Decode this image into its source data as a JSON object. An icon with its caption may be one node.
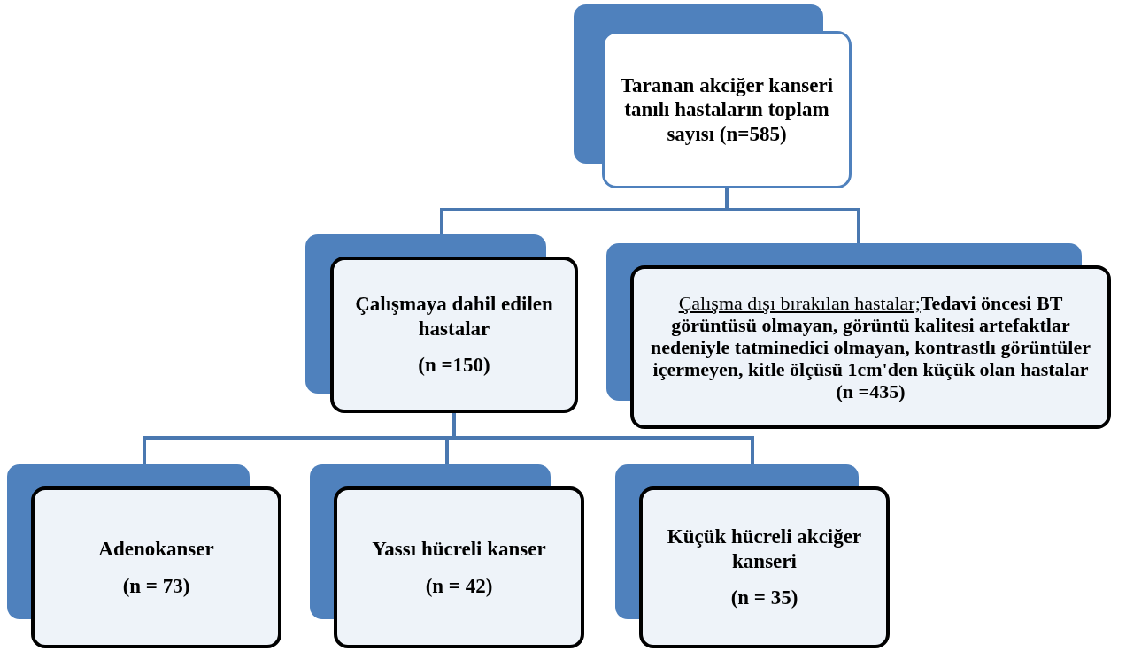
{
  "diagram": {
    "nodes": [
      {
        "text": [
          "Taranan akciğer kanseri tanılı hastaların toplam sayısı (n=585)"
        ]
      },
      {
        "text": [
          "Çalışmaya dahil edilen hastalar",
          "(n =150)"
        ]
      },
      {
        "text": [
          "Çalışma dışı bırakılan hastalar;",
          "Tedavi öncesi BT görüntüsü olmayan, görüntü kalitesi artefaktlar nedeniyle tatminedici olmayan, kontrastlı görüntüler içermeyen, kitle ölçüsü 1cm'den küçük olan hastalar (n =435)"
        ]
      },
      {
        "text": [
          "Adenokanser",
          "(n = 73)"
        ]
      },
      {
        "text": [
          "Yassı hücreli kanser",
          "(n = 42)"
        ]
      },
      {
        "text": [
          "Küçük hücreli akciğer kanseri",
          "(n = 35)"
        ]
      }
    ],
    "edges": [
      {
        "from": 0,
        "to": 1,
        "arrow": "none"
      },
      {
        "from": 0,
        "to": 2,
        "arrow": "none"
      },
      {
        "from": 1,
        "to": 3,
        "arrow": "none"
      },
      {
        "from": 1,
        "to": 4,
        "arrow": "none"
      },
      {
        "from": 1,
        "to": 5,
        "arrow": "none"
      }
    ]
  }
}
